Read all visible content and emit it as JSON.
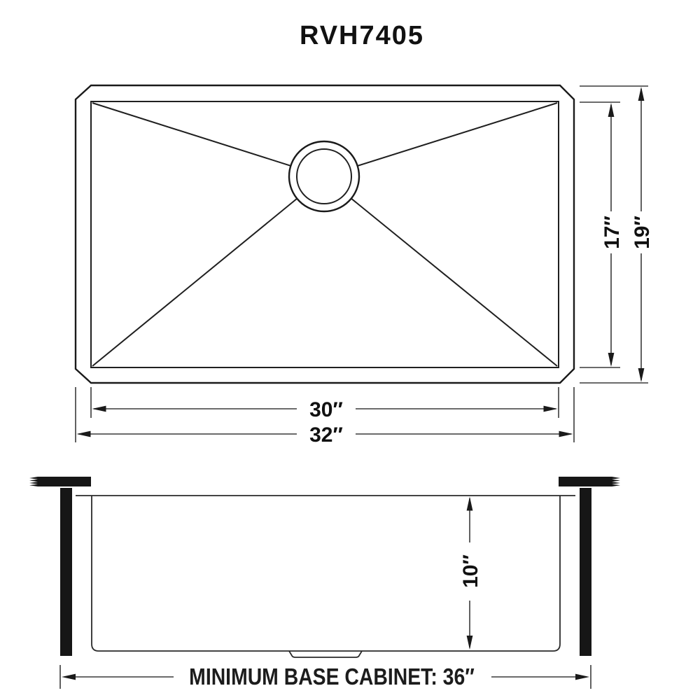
{
  "title": "RVH7405",
  "colors": {
    "line": "#1a1a1a",
    "dimension_line": "#3a3a3a",
    "background": "#ffffff"
  },
  "top_view": {
    "inner_width_label": "30″",
    "outer_width_label": "32″",
    "inner_depth_label": "17″",
    "outer_depth_label": "19″"
  },
  "side_view": {
    "bowl_depth_label": "10″",
    "cabinet_label": "MINIMUM BASE CABINET: 36″"
  }
}
